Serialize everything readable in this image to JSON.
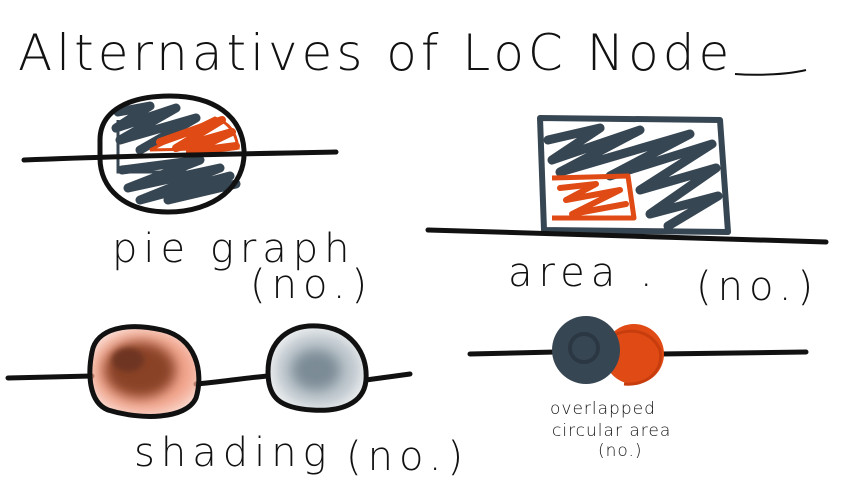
{
  "title": "Alternatives of LoC Node",
  "colors": {
    "ink": "#111111",
    "slate": "#374653",
    "orange": "#e04a14",
    "brown": "#8a4328",
    "gray": "#7c8b96"
  },
  "alternatives": [
    {
      "name": "pie-graph",
      "label_line1": "pie graph",
      "label_line2": "(no.)"
    },
    {
      "name": "area",
      "label_line1": "area .",
      "label_line2": "(no.)"
    },
    {
      "name": "shading",
      "label_line1": "shading",
      "label_line2": "(no.)"
    },
    {
      "name": "overlapped-circular-area",
      "label_line1": "overlapped",
      "label_line2": "circular area",
      "label_line3": "(no.)"
    }
  ]
}
